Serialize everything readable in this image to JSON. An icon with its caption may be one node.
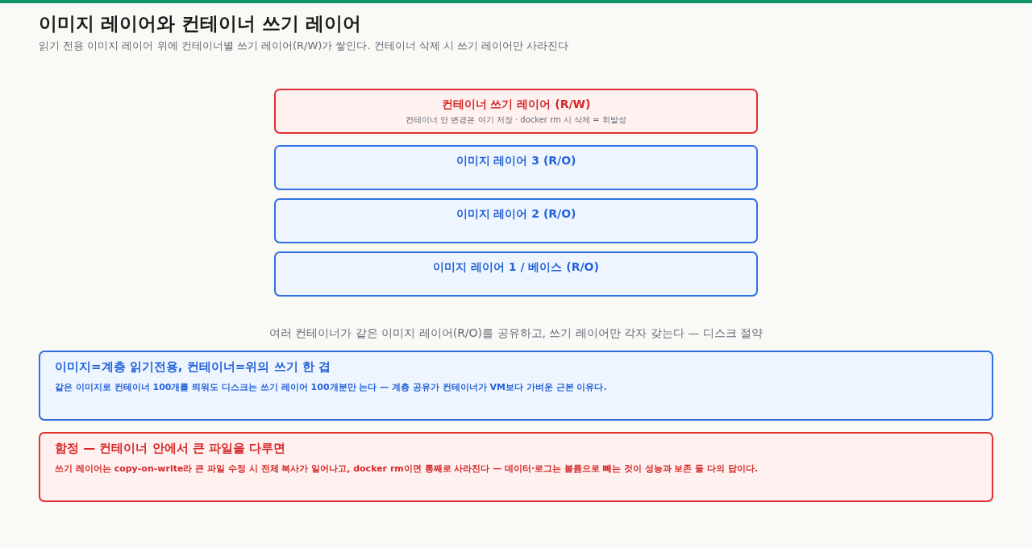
{
  "diagram": {
    "title": "이미지 레이어와 컨테이너 쓰기 레이어",
    "nodes": [
      {
        "text": [
          "컨테이너 쓰기 레이어 (R/W)",
          "컨테이너 안 변경은 여기 저장 · docker rm 시 삭제 = 휘발성"
        ]
      },
      {
        "text": [
          "이미지 레이어 3 (R/O)"
        ]
      },
      {
        "text": [
          "이미지 레이어 2 (R/O)"
        ]
      },
      {
        "text": [
          "이미지 레이어 1 / 베이스 (R/O)"
        ]
      },
      {
        "text": [
          "이미지=계층 읽기전용, 컨테이너=위의 쓰기 한 겹",
          "같은 이미지로 컨테이너 100개를 띄워도 디스크는 쓰기 레이어 100개분만 는다 — 계층 공유가 컨테이너가 VM보다 가벼운 근본 이유다."
        ]
      },
      {
        "text": [
          "함정 — 컨테이너 안에서 큰 파일을 다루면",
          "쓰기 레이어는 copy-on-write라 큰 파일 수정 시 전체 복사가 일어나고, docker rm이면 통째로 사라진다 — 데이터·로그는 볼륨으로 빼는 것이 성능과 보존 둘 다의 답이다."
        ]
      }
    ],
    "labels": [
      "읽기 전용 이미지 레이어 위에 컨테이너별 쓰기 레이어(R/W)가 쌓인다. 컨테이너 삭제 시 쓰기 레이어만 사라진다",
      "여러 컨테이너가 같은 이미지 레이어(R/O)를 공유하고, 쓰기 레이어만 각자 갖는다 — 디스크 절약"
    ]
  }
}
